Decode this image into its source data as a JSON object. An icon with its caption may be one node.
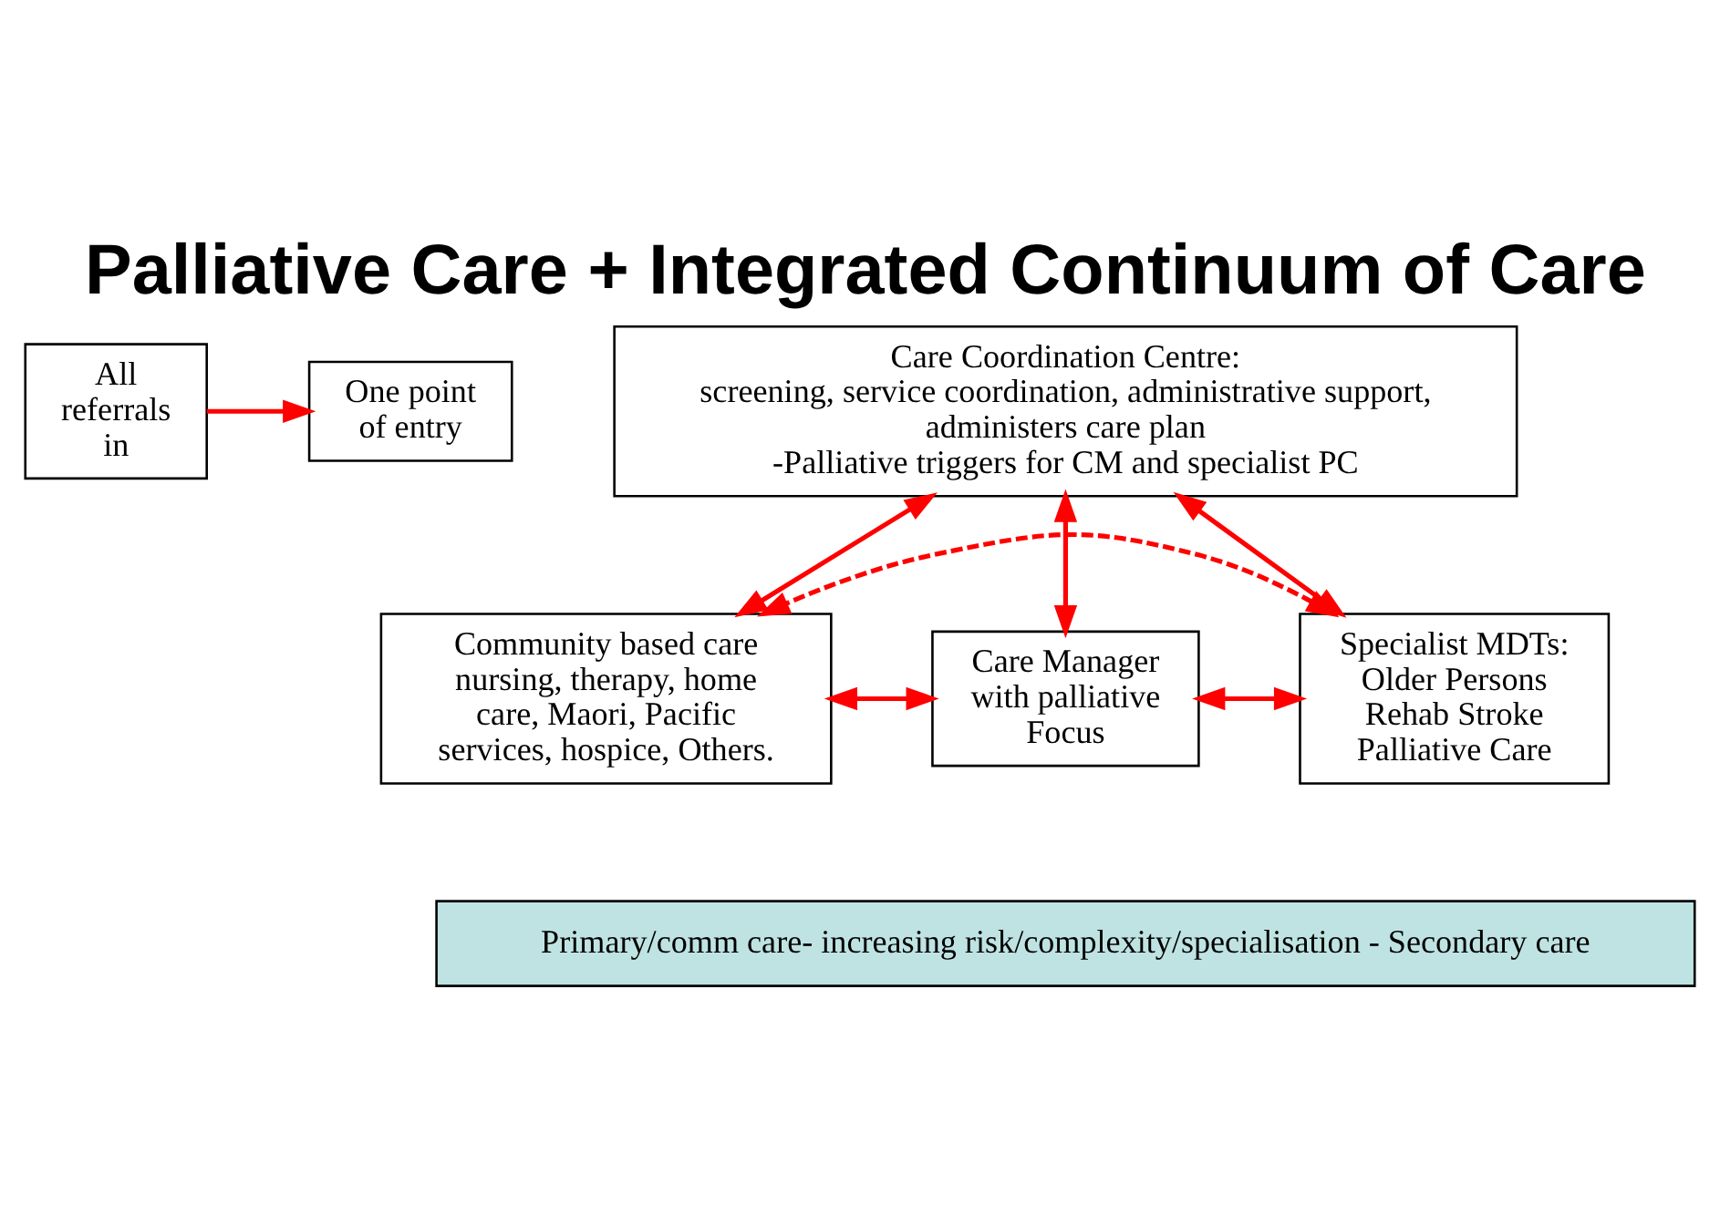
{
  "diagram": {
    "title": "Palliative Care + Integrated Continuum of Care",
    "nodes": [
      {
        "text": [
          "All referrals in"
        ]
      },
      {
        "text": [
          "One point of entry"
        ]
      },
      {
        "text": [
          "Care Coordination Centre:",
          "screening, service coordination, administrative support, administers care plan",
          "-Palliative triggers for CM and specialist PC"
        ]
      },
      {
        "text": [
          "Community based care",
          "nursing, therapy, home care, Maori, Pacific services, hospice, Others."
        ]
      },
      {
        "text": [
          "Care Manager with palliative Focus"
        ]
      },
      {
        "text": [
          "Specialist MDTs:",
          "Older Persons Rehab Stroke Palliative Care"
        ]
      },
      {
        "text": [
          "Primary/comm care- increasing risk/complexity/specialisation - Secondary care"
        ]
      }
    ],
    "edges": [
      {
        "from": 0,
        "to": 1,
        "arrow": "to"
      },
      {
        "from": 2,
        "to": 3,
        "arrow": "both"
      },
      {
        "from": 2,
        "to": 4,
        "arrow": "both"
      },
      {
        "from": 2,
        "to": 5,
        "arrow": "both"
      },
      {
        "from": 3,
        "to": 4,
        "arrow": "both"
      },
      {
        "from": 4,
        "to": 5,
        "arrow": "both"
      },
      {
        "from": 5,
        "to": 3,
        "arrow": "both",
        "style": "dashed"
      }
    ]
  }
}
